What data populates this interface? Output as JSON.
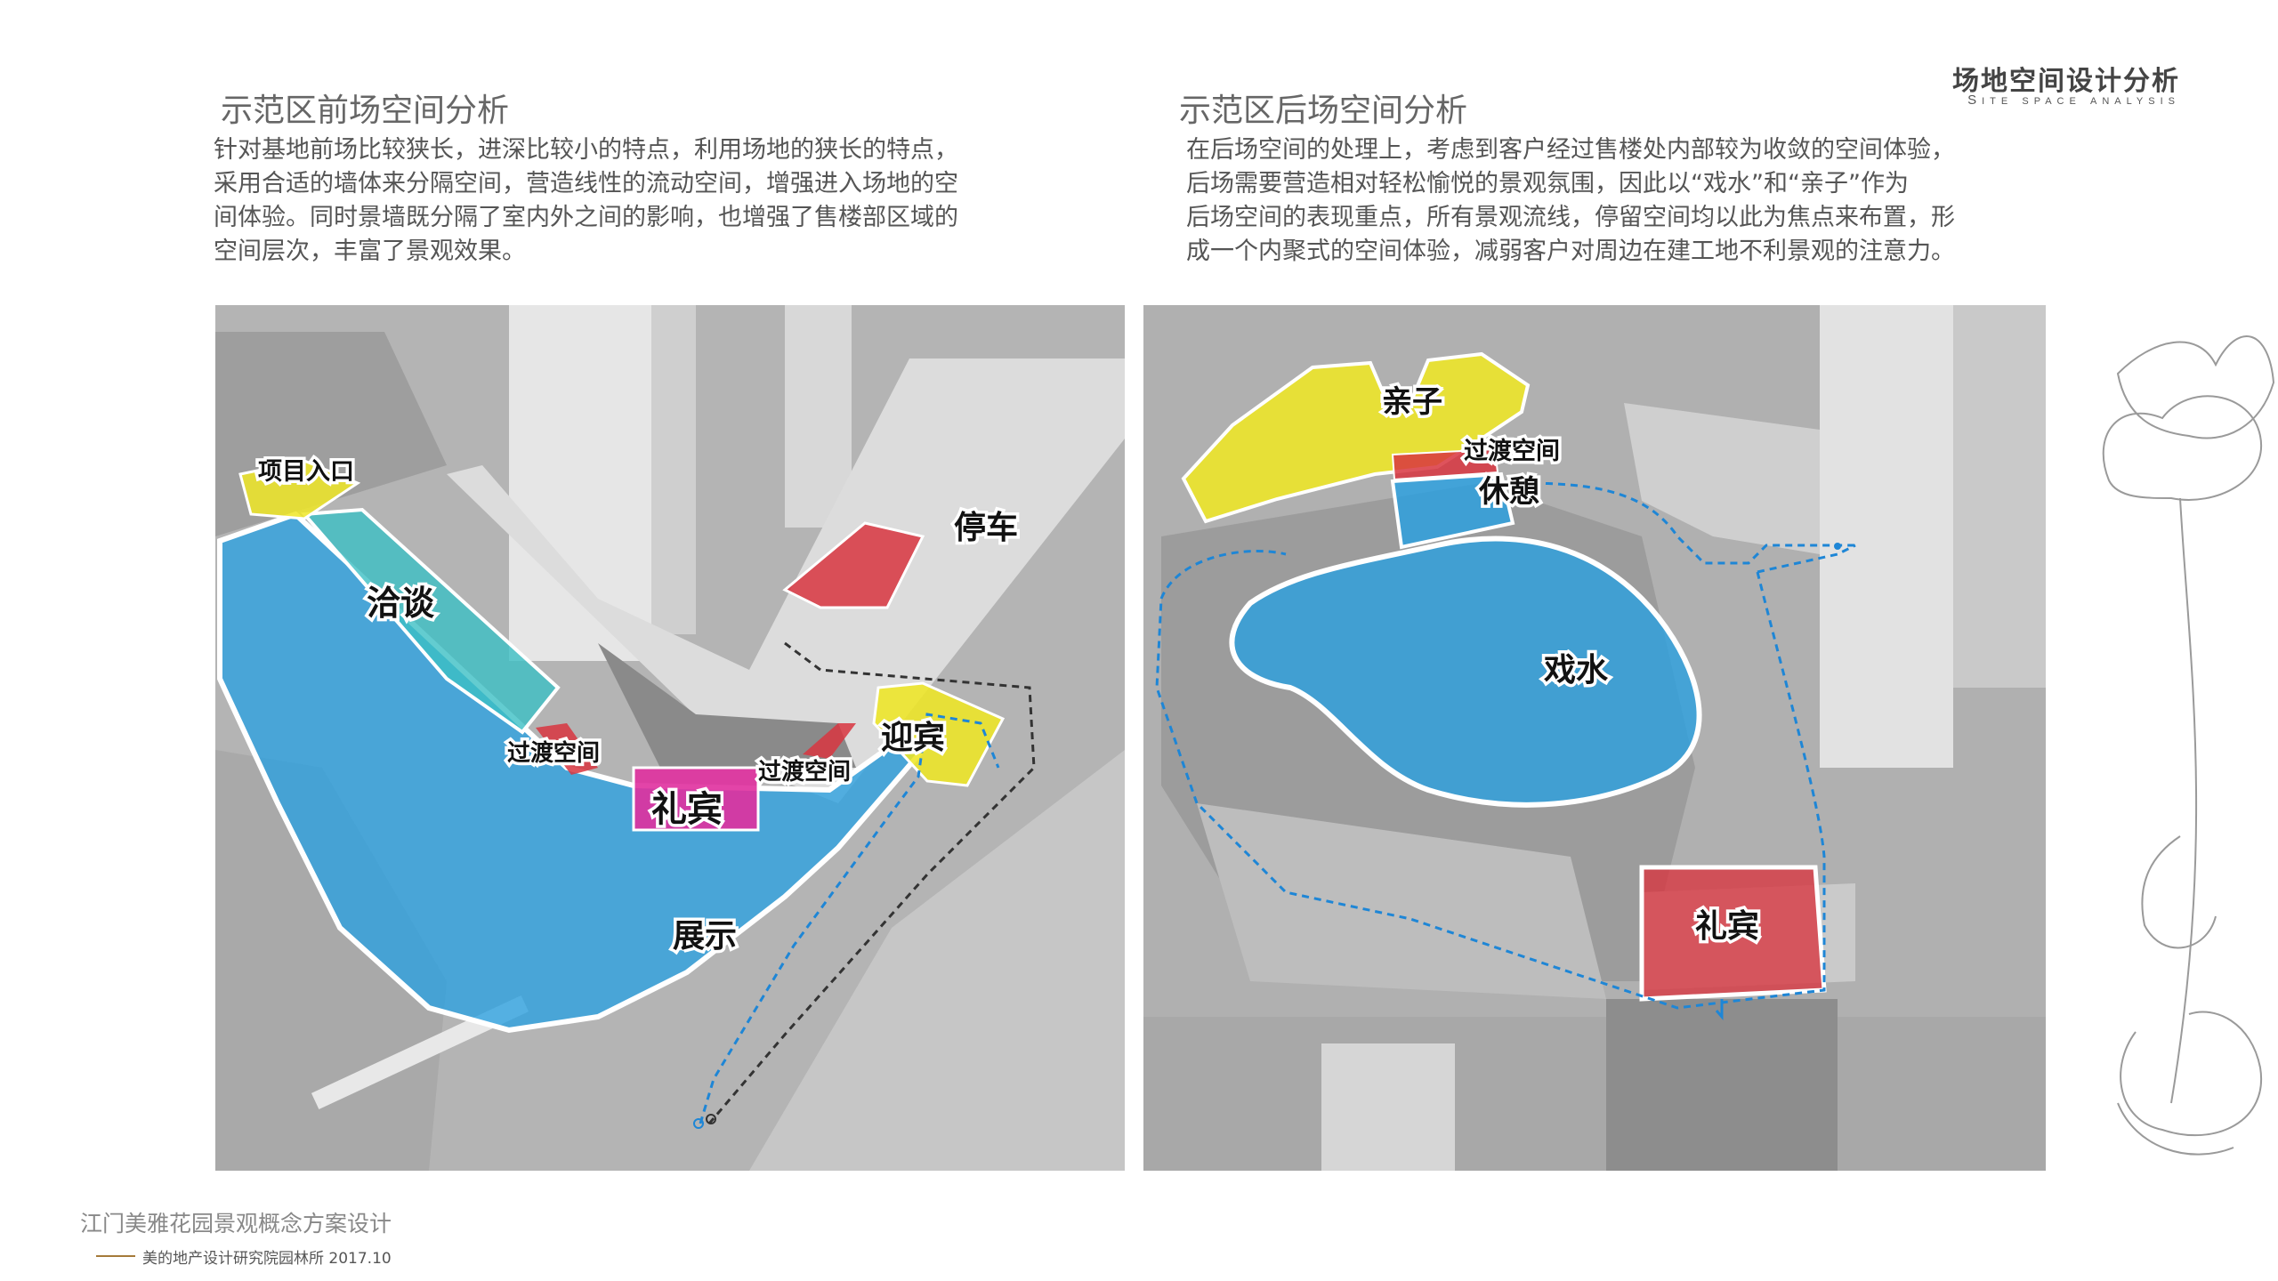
{
  "header": {
    "title_cn": "场地空间设计分析",
    "title_en": "Site space analysis"
  },
  "front": {
    "title": "示范区前场空间分析",
    "desc_lines": [
      "针对基地前场比较狭长，进深比较小的特点，利用场地的狭长的特点，",
      "采用合适的墙体来分隔空间，营造线性的流动空间，增强进入场地的空",
      "间体验。同时景墙既分隔了室内外之间的影响，也增强了售楼部区域的",
      "空间层次，丰富了景观效果。"
    ],
    "labels": {
      "entrance": "项目入口",
      "negotiation": "洽谈",
      "parking": "停车",
      "transition_1": "过渡空间",
      "vip": "礼宾",
      "transition_2": "过渡空间",
      "welcome": "迎宾",
      "display": "展示"
    }
  },
  "back": {
    "title": "示范区后场空间分析",
    "desc_lines": [
      "在后场空间的处理上，考虑到客户经过售楼处内部较为收敛的空间体验，",
      "后场需要营造相对轻松愉悦的景观氛围，因此以“戏水”和“亲子”作为",
      "后场空间的表现重点，所有景观流线，停留空间均以此为焦点来布置，形",
      "成一个内聚式的空间体验，减弱客户对周边在建工地不利景观的注意力。"
    ],
    "labels": {
      "family": "亲子",
      "transition": "过渡空间",
      "rest": "休憩",
      "water_play": "戏水",
      "vip": "礼宾"
    }
  },
  "colors": {
    "blue_zone": "#2aa0e0",
    "yellow_zone": "#eee626",
    "red_zone": "#d8353f",
    "magenta_zone": "#e0309e",
    "cyan_zone": "#3cbfc4"
  },
  "footer": {
    "project": "江门美雅花园景观概念方案设计",
    "org": "美的地产设计研究院园林所  2017.10"
  }
}
